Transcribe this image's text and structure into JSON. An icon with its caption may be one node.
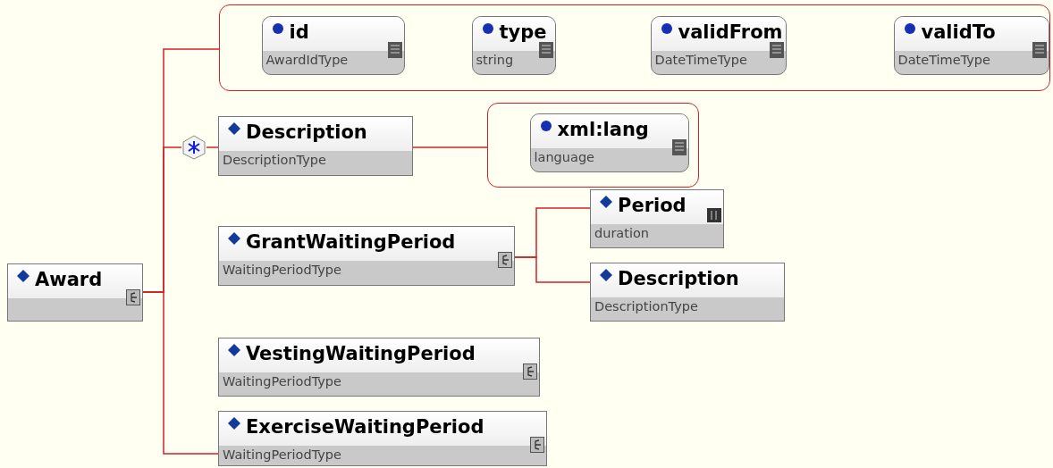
{
  "diagram": {
    "nodes": [
      {
        "text": [
          "Award"
        ]
      },
      {
        "text": [],
        "shape": "box"
      },
      {
        "text": [
          "id",
          "AwardIdType"
        ],
        "in": 1
      },
      {
        "text": [
          "type",
          "string"
        ],
        "in": 1
      },
      {
        "text": [
          "validFrom",
          "DateTimeType"
        ],
        "in": 1
      },
      {
        "text": [
          "validTo",
          "DateTimeType"
        ],
        "in": 1
      },
      {
        "text": [],
        "shape": "circle"
      },
      {
        "text": [
          "Description",
          "DescriptionType"
        ]
      },
      {
        "text": [],
        "shape": "box"
      },
      {
        "text": [
          "xml:lang",
          "language"
        ],
        "in": 8
      },
      {
        "text": [
          "GrantWaitingPeriod",
          "WaitingPeriodType"
        ]
      },
      {
        "text": [
          "Period",
          "duration"
        ]
      },
      {
        "text": [
          "Description",
          "DescriptionType"
        ]
      },
      {
        "text": [
          "VestingWaitingPeriod",
          "WaitingPeriodType"
        ]
      },
      {
        "text": [
          "ExerciseWaitingPeriod",
          "WaitingPeriodType"
        ]
      }
    ],
    "edges": [
      {
        "from": 0,
        "to": 1,
        "arrow": "none"
      },
      {
        "from": 0,
        "to": 6,
        "arrow": "none"
      },
      {
        "from": 0,
        "to": 14,
        "arrow": "none"
      },
      {
        "from": 6,
        "to": 7,
        "arrow": "none"
      },
      {
        "from": 7,
        "to": 8,
        "arrow": "none"
      },
      {
        "from": 10,
        "to": 11,
        "arrow": "none"
      },
      {
        "from": 10,
        "to": 12,
        "arrow": "none"
      }
    ]
  }
}
